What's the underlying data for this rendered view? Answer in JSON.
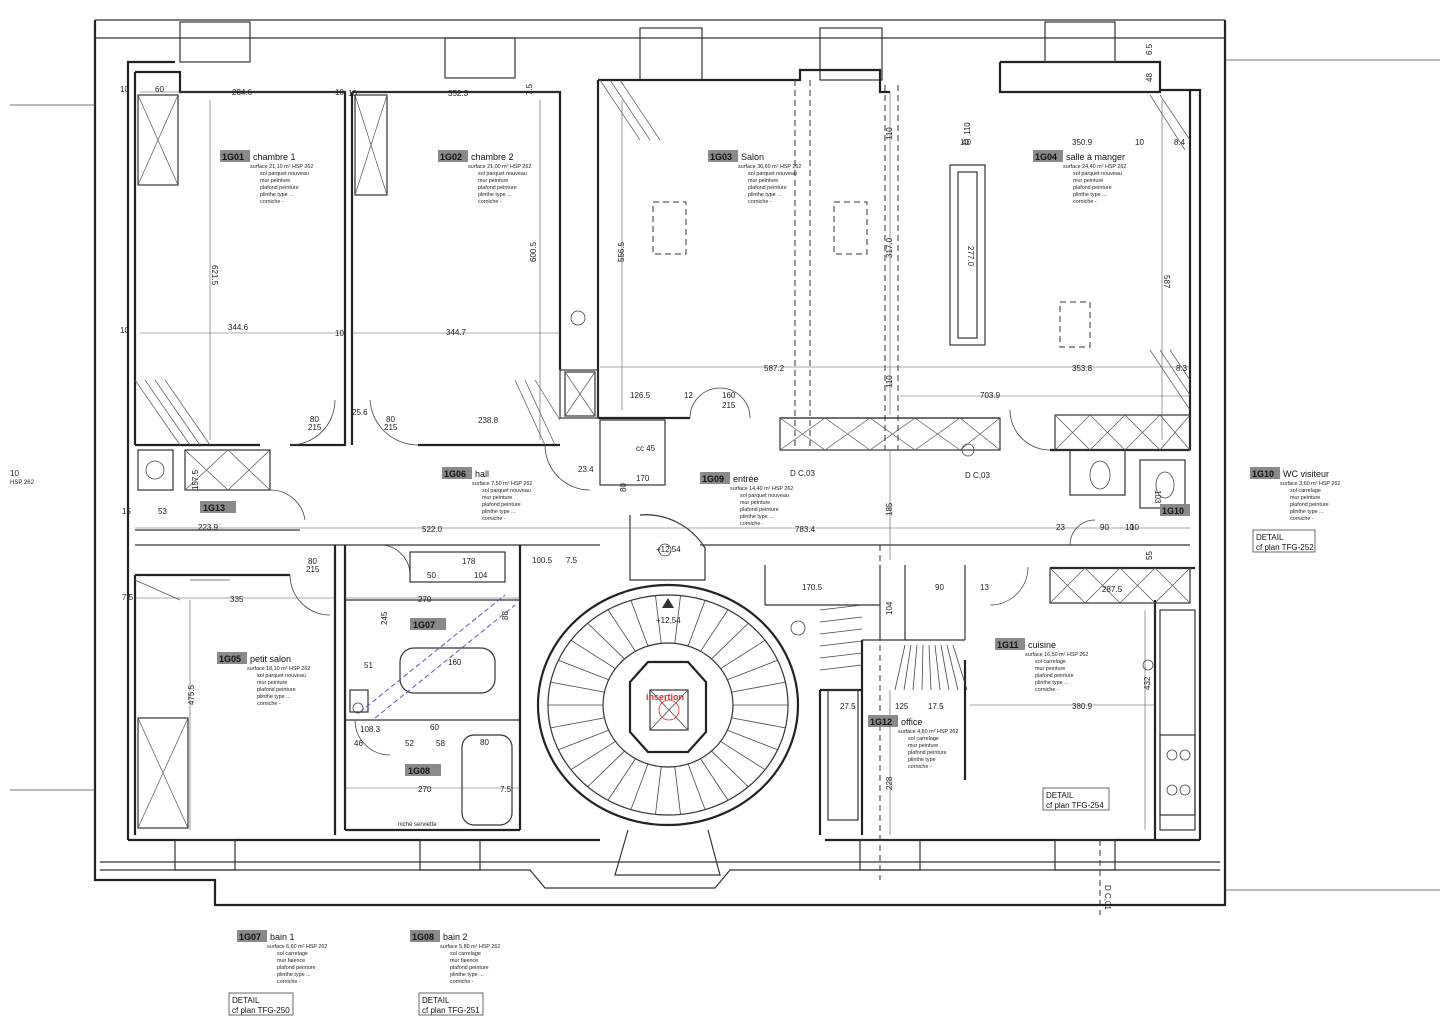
{
  "rooms": [
    {
      "id": "1G01",
      "name": "chambre 1",
      "spec": [
        "surface 21,10 m²   HSP 262",
        "sol parquet nouveau",
        "mur peinture",
        "plafond peinture",
        "plinthe type ...",
        "corniche -"
      ]
    },
    {
      "id": "1G02",
      "name": "chambre 2",
      "spec": [
        "surface 21,00 m²   HSP 262",
        "sol parquet nouveau",
        "mur peinture",
        "plafond peinture",
        "plinthe type ...",
        "corniche -"
      ]
    },
    {
      "id": "1G03",
      "name": "Salon",
      "spec": [
        "surface 36,60 m²   HSP 262",
        "sol parquet nouveau",
        "mur peinture",
        "plafond peinture",
        "plinthe type ...",
        "corniche -"
      ]
    },
    {
      "id": "1G04",
      "name": "salle à manger",
      "spec": [
        "surface 24,40 m²   HSP 262",
        "sol parquet nouveau",
        "mur peinture",
        "plafond peinture",
        "plinthe type ...",
        "corniche -"
      ]
    },
    {
      "id": "1G05",
      "name": "petit salon",
      "spec": [
        "surface 18,10 m²   HSP 262",
        "sol parquet nouveau",
        "mur peinture",
        "plafond peinture",
        "plinthe type ...",
        "corniche -"
      ]
    },
    {
      "id": "1G06",
      "name": "hall",
      "spec": [
        "surface 7,50 m²   HSP 262",
        "sol parquet nouveau",
        "mur peinture",
        "plafond peinture",
        "plinthe type ...",
        "corniche -"
      ]
    },
    {
      "id": "1G09",
      "name": "entrée",
      "spec": [
        "surface 14,40 m²   HSP 262",
        "sol parquet nouveau",
        "mur peinture",
        "plafond peinture",
        "plinthe type ...",
        "corniche -"
      ]
    },
    {
      "id": "1G10",
      "name": "WC visiteur",
      "spec": [
        "surface 3,60 m²   HSP 262",
        "sol carrelage",
        "mur peinture",
        "plafond peinture",
        "plinthe type ...",
        "corniche -"
      ]
    },
    {
      "id": "1G11",
      "name": "cuisine",
      "spec": [
        "surface 16,50 m²   HSP 262",
        "sol carrelage",
        "mur peinture",
        "plafond peinture",
        "plinthe type ...",
        "corniche -"
      ]
    },
    {
      "id": "1G12",
      "name": "office",
      "spec": [
        "surface 4,60 m²   HSP 262",
        "sol carrelage",
        "mur peinture",
        "plafond peinture",
        "plinthe type",
        "corniche -"
      ]
    },
    {
      "id": "1G07",
      "name": "bain 1",
      "spec": [
        "surface 6,60 m²   HSP 262",
        "sol carrelage",
        "mur faience",
        "plafond peinture",
        "plinthe type ...",
        "corniche -"
      ]
    },
    {
      "id": "1G08",
      "name": "bain 2",
      "spec": [
        "surface 5,80 m²   HSP 262",
        "sol carrelage",
        "mur faience",
        "plafond peinture",
        "plinthe type ...",
        "corniche -"
      ]
    }
  ],
  "plan_tags": {
    "t1G13": "1G13",
    "t1G07": "1G07",
    "t1G08": "1G08",
    "t1G10": "1G10"
  },
  "details": {
    "wc": [
      "DETAIL",
      "cf plan TFG-252"
    ],
    "cuisine": [
      "DETAIL",
      "cf plan TFG-254"
    ],
    "bain1": [
      "DETAIL",
      "cf plan TFG-250"
    ],
    "bain2": [
      "DETAIL",
      "cf plan TFG-251"
    ]
  },
  "labels": {
    "dc1": "D C,03",
    "dc2": "D C,03",
    "dc_bottom": "D C,01",
    "insertion": "insertion",
    "stair_level": "+12,54",
    "stair_level2": "+12,54",
    "niche": "niche serviette",
    "hsp_left_a": "10",
    "hsp_left_b": "HSP 262"
  },
  "dims": {
    "d284": "284.6",
    "d352": "352.3",
    "d621": "621.5",
    "d600": "600.5",
    "d344a": "344.6",
    "d344b": "344.7",
    "d556": "556.5",
    "d317": "317.0",
    "d587a": "587",
    "d587b": "587.2",
    "d350": "350.9",
    "d353": "353.8",
    "d277": "277.0",
    "d110a": "110",
    "d110b": "110",
    "d110c": "110",
    "d703": "703.9",
    "d238": "238.8",
    "d126": "126.5",
    "d160": "160",
    "d215a": "215",
    "d215b": "215",
    "d215c": "215",
    "d215d": "215",
    "d80a": "80",
    "d80b": "80",
    "d80c": "80",
    "d25": "25.6",
    "d522": "522.0",
    "d223": "223.9",
    "d157": "157.5",
    "d783": "783.4",
    "d185": "185",
    "d23a": "23",
    "d90": "90",
    "d10x": "10",
    "d103": "103",
    "d335": "335",
    "d475": "475.5",
    "d270a": "270",
    "d270b": "270",
    "d245": "245",
    "d178": "178",
    "d104": "104",
    "d100": "100.5",
    "d50": "50",
    "d160b": "160",
    "d170": "170.5",
    "d104b": "104",
    "d287": "287.5",
    "d432": "432",
    "d380": "380.9",
    "d228": "228",
    "d125": "125",
    "d17": "17.5",
    "d27": "27.5",
    "d60": "60",
    "d80d": "80",
    "d60b": "60",
    "d7a": "7.5",
    "d7b": "7.5",
    "d8": "8.4",
    "d83": "8.3",
    "d234": "23.4",
    "d45": "cc 45",
    "d1703": "170",
    "d12": "12",
    "d15": "15",
    "d53": "53",
    "d10": "10",
    "d1": "10",
    "d2": "10",
    "d3": "10",
    "d4": "10",
    "d5": "10",
    "d6": "10",
    "d7": "10",
    "d48": "48",
    "d6_5": "6.5",
    "d13": "13",
    "d90b": "90",
    "d80e": "80",
    "d40": "40",
    "d46": "46",
    "d52": "52",
    "d51": "51",
    "d58": "58",
    "d108": "108.3",
    "d7c": "7.5",
    "d7d": "7.5",
    "d88": "88",
    "d55": "55"
  }
}
